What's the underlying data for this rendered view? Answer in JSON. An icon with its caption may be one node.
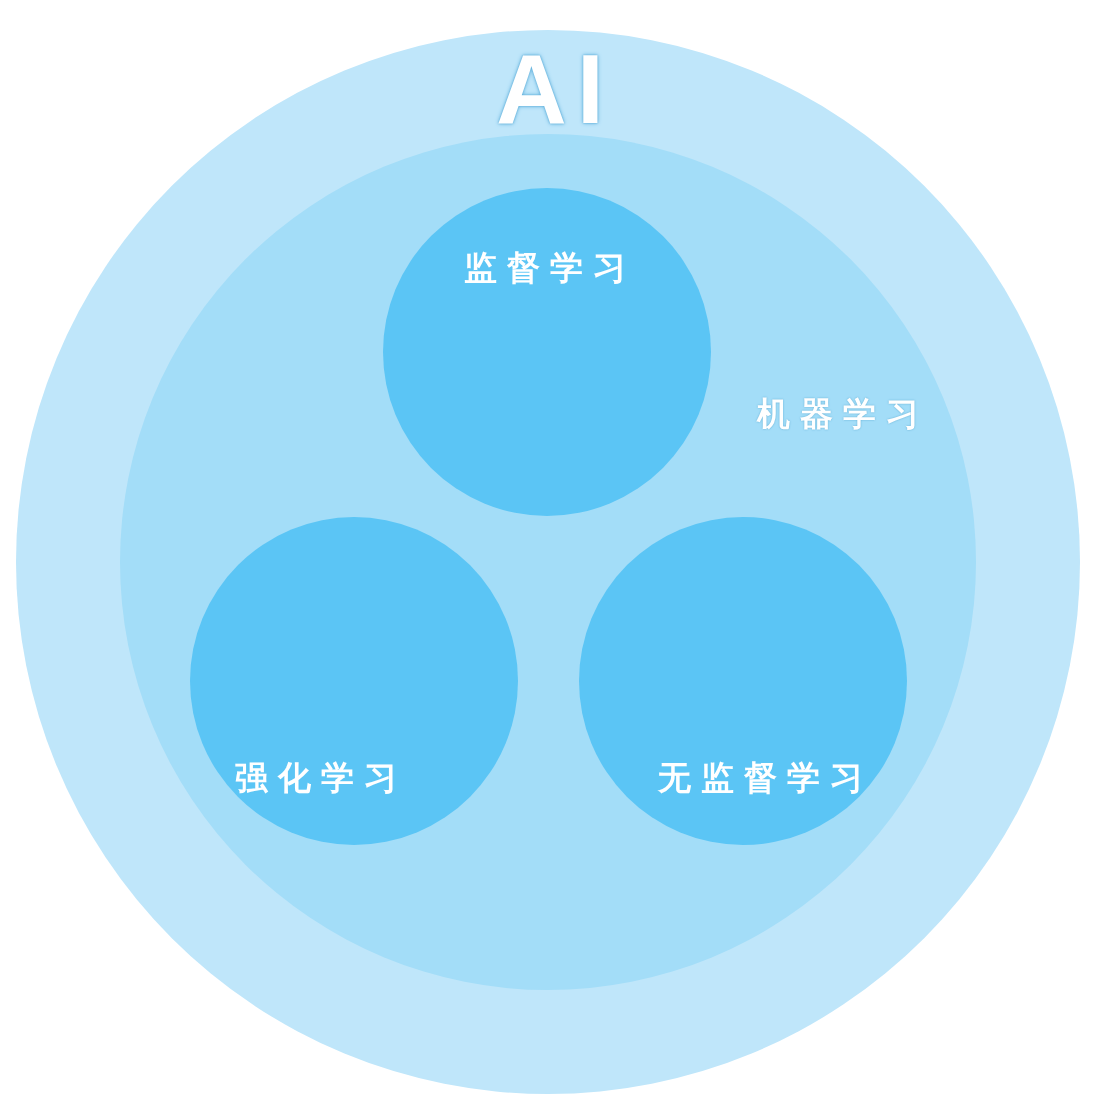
{
  "diagram": {
    "nodes": [
      {
        "text": [
          "AI"
        ]
      },
      {
        "text": [
          "机器学习"
        ],
        "in": 0
      },
      {
        "text": [
          "监督学习"
        ],
        "in": 1
      },
      {
        "text": [
          "强化学习"
        ],
        "in": 1
      },
      {
        "text": [
          "无监督学习"
        ],
        "in": 1
      }
    ]
  }
}
